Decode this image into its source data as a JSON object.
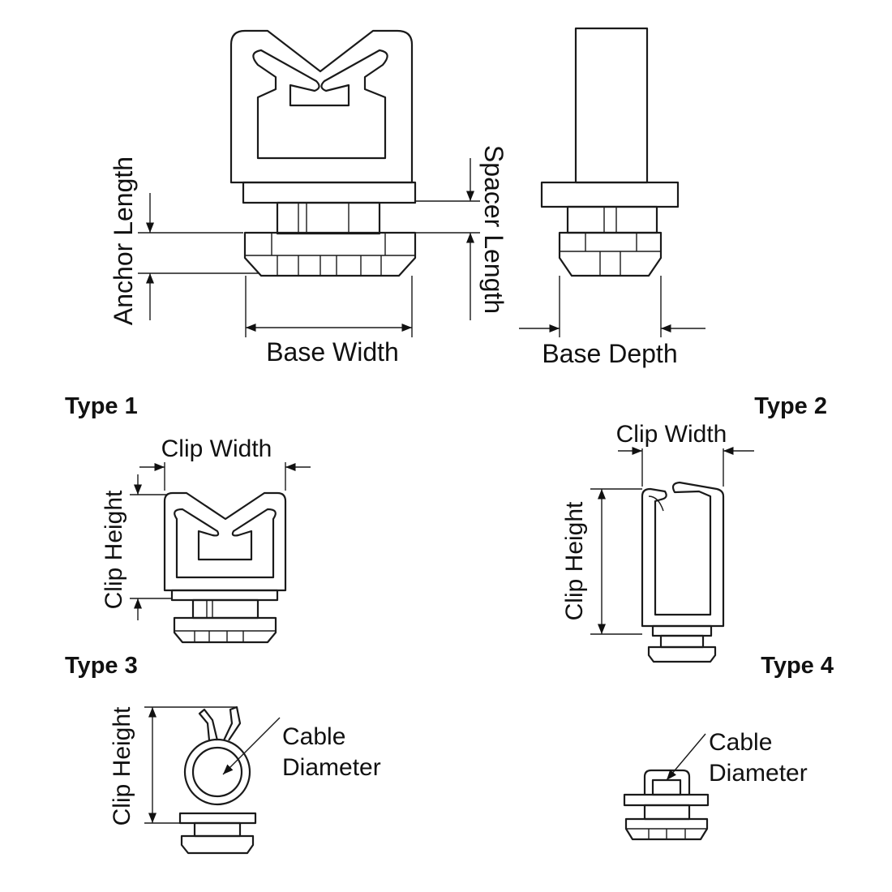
{
  "main": {
    "anchor_length": "Anchor Length",
    "spacer_length": "Spacer Length",
    "base_width": "Base Width",
    "base_depth": "Base Depth"
  },
  "types": [
    {
      "title": "Type 1",
      "clip_width": "Clip Width",
      "clip_height": "Clip Height"
    },
    {
      "title": "Type 2",
      "clip_width": "Clip Width",
      "clip_height": "Clip Height"
    },
    {
      "title": "Type 3",
      "clip_height": "Clip Height",
      "cable_line1": "Cable",
      "cable_line2": "Diameter"
    },
    {
      "title": "Type 4",
      "cable_line1": "Cable",
      "cable_line2": "Diameter"
    }
  ]
}
